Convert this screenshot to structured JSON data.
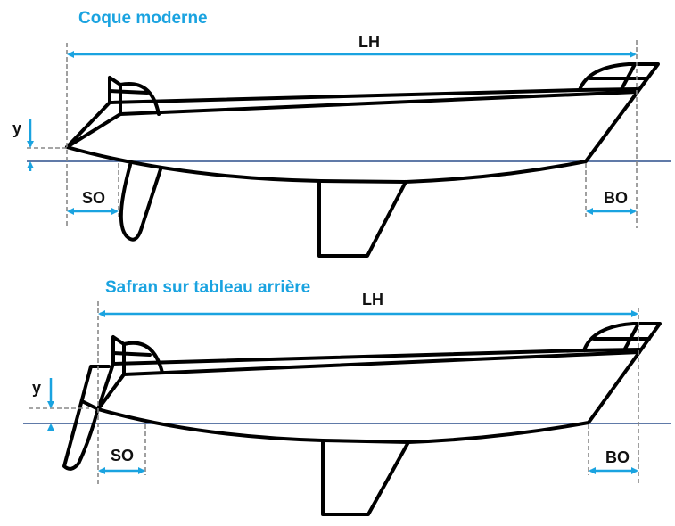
{
  "diagrams": [
    {
      "title": "Coque moderne",
      "labels": {
        "lh": "LH",
        "so": "SO",
        "bo": "BO",
        "y": "y"
      }
    },
    {
      "title": "Safran sur tableau arrière",
      "labels": {
        "lh": "LH",
        "so": "SO",
        "bo": "BO",
        "y": "y"
      }
    }
  ],
  "colors": {
    "accent": "#1aa3e0",
    "waterline": "#2b4e8c",
    "hull": "#000000"
  }
}
